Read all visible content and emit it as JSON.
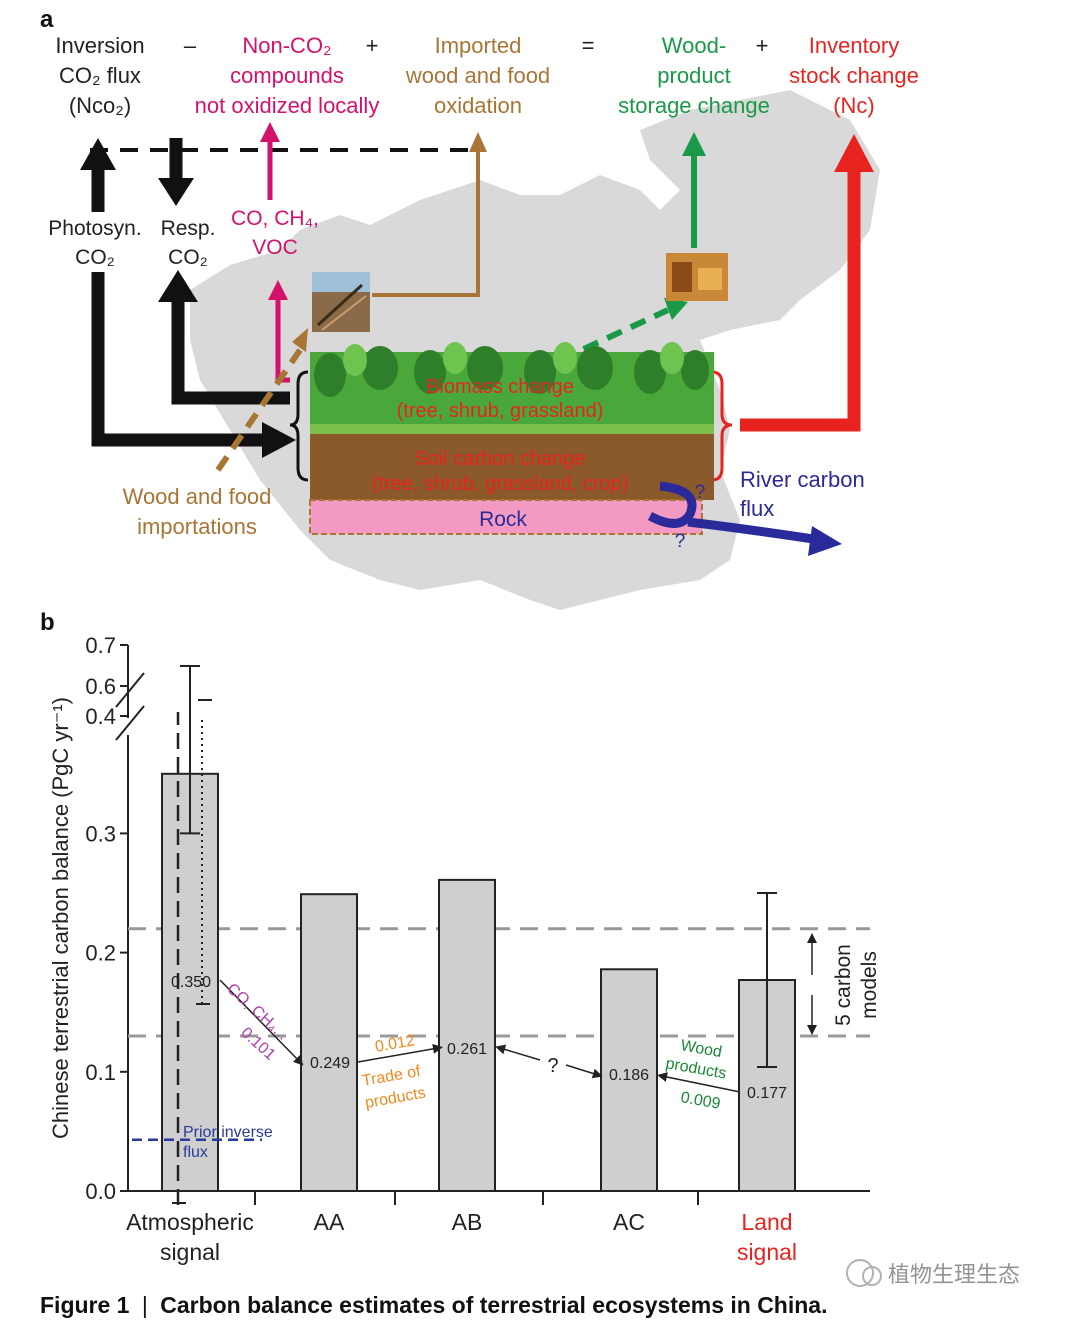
{
  "panel_a": {
    "letter": "a",
    "equation": {
      "inversion": [
        "Inversion",
        "CO₂ flux",
        "(Nco₂)"
      ],
      "minus": "–",
      "nonco2": [
        "Non-CO₂",
        "compounds",
        "not oxidized locally"
      ],
      "plus1": "+",
      "imported": [
        "Imported",
        "wood and food",
        "oxidation"
      ],
      "equals": "=",
      "wood_product": [
        "Wood-",
        "product",
        "storage change"
      ],
      "plus2": "+",
      "inventory": [
        "Inventory",
        "stock change",
        "(Nc)"
      ]
    },
    "photosyn": [
      "Photosyn.",
      "CO₂"
    ],
    "resp": [
      "Resp.",
      "CO₂"
    ],
    "gases": [
      "CO, CH₄,",
      "VOC"
    ],
    "biomass": [
      "Biomass change",
      "(tree, shrub, grassland)"
    ],
    "soil": [
      "Soil carbon change",
      "(tree, shrub, grassland, crop)"
    ],
    "rock": "Rock",
    "river": [
      "River carbon",
      "flux"
    ],
    "wood_import": [
      "Wood and food",
      "importations"
    ],
    "question": "?",
    "colors": {
      "pink": "#d4116b",
      "brown": "#a87535",
      "green": "#1a9a48",
      "red": "#e8231f",
      "blue": "#2a2a9a",
      "map": "#d8d8d8"
    }
  },
  "panel_b": {
    "letter": "b",
    "legend_models": [
      "5 carbon",
      "models"
    ],
    "prior": [
      "Prior inverse",
      "flux"
    ],
    "annotations": {
      "co_ch4": "CO, CH₄...",
      "co_val": "0.101",
      "trade_val": "0.012",
      "trade": [
        "Trade of",
        "products"
      ],
      "wood_products": [
        "Wood",
        "products"
      ],
      "wood_val": "0.009",
      "question": "?"
    }
  },
  "chart_data": {
    "type": "bar",
    "categories": [
      "Atmospheric signal",
      "AA",
      "AB",
      "AC",
      "Land signal"
    ],
    "values": [
      0.35,
      0.249,
      0.261,
      0.186,
      0.177
    ],
    "value_labels": [
      "0.350",
      "0.249",
      "0.261",
      "0.186",
      "0.177"
    ],
    "error_bars": [
      {
        "category": "Atmospheric signal",
        "low": 0.3,
        "high": 0.65
      },
      {
        "category": "Land signal",
        "low": 0.104,
        "high": 0.25
      }
    ],
    "reference_lines": [
      0.22,
      0.13
    ],
    "prior_inverse_flux": 0.043,
    "ylabel": "Chinese terrestrial carbon balance (PgC yr⁻¹)",
    "yticks": [
      "0.0",
      "0.1",
      "0.2",
      "0.3",
      "0.4",
      "0.6",
      "0.7"
    ],
    "ylim": [
      0,
      0.7
    ],
    "broken_axis": true,
    "x_label_colors": [
      "#222222",
      "#222222",
      "#222222",
      "#222222",
      "#e8231f"
    ]
  },
  "caption": {
    "label": "Figure 1",
    "sep": "|",
    "text": "Carbon balance estimates of terrestrial ecosystems in China."
  },
  "watermark": "植物生理生态"
}
